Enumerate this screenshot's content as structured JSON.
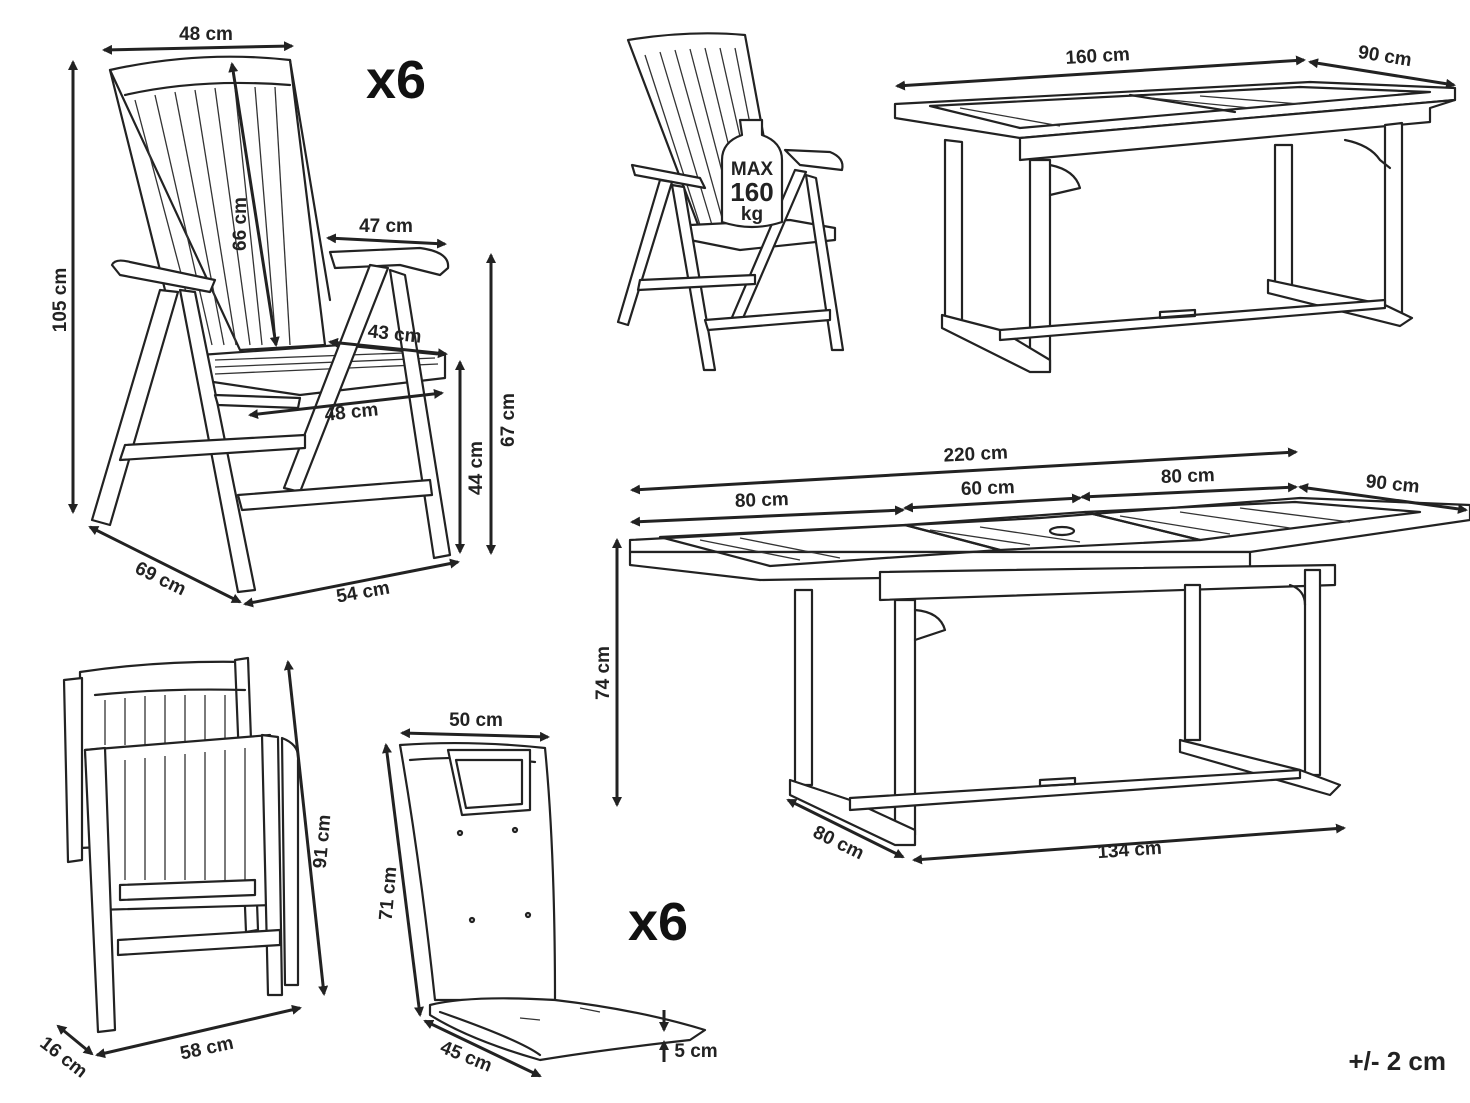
{
  "chair": {
    "multiplier": "x6",
    "backrest_width": "48 cm",
    "height": "105 cm",
    "backrest_height": "66 cm",
    "armrest_spacing": "47 cm",
    "seat_depth": "43 cm",
    "seat_width": "48 cm",
    "seat_height": "44 cm",
    "arm_height": "67 cm",
    "depth": "69 cm",
    "width": "54 cm"
  },
  "load_badge": {
    "line1": "MAX",
    "line2": "160",
    "line3": "kg"
  },
  "table_closed": {
    "length": "160 cm",
    "width": "90 cm"
  },
  "table_open": {
    "total_length": "220 cm",
    "section_left": "80 cm",
    "section_middle": "60 cm",
    "section_right": "80 cm",
    "width": "90 cm",
    "height": "74 cm",
    "base_depth": "80 cm",
    "base_length": "134 cm"
  },
  "folded_chair": {
    "height": "91 cm",
    "width": "58 cm",
    "depth": "16 cm"
  },
  "cushion": {
    "multiplier": "x6",
    "width": "50 cm",
    "height": "71 cm",
    "depth": "45 cm",
    "thickness": "5 cm"
  },
  "tolerance": "+/- 2 cm"
}
